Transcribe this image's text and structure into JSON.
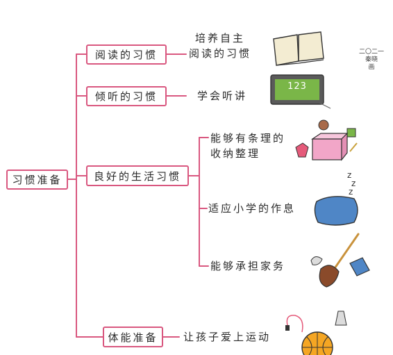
{
  "root": {
    "label": "习惯准备"
  },
  "branches": [
    {
      "label": "阅读的习惯",
      "leaves": [
        {
          "lines": [
            "培养自主",
            "阅读的习惯"
          ]
        }
      ]
    },
    {
      "label": "倾听的习惯",
      "leaves": [
        {
          "lines": [
            "学会听讲"
          ]
        }
      ]
    },
    {
      "label": "良好的生活习惯",
      "leaves": [
        {
          "lines": [
            "能够有条理的",
            "收纳整理"
          ]
        },
        {
          "lines": [
            "适应小学的作息"
          ]
        },
        {
          "lines": [
            "能够承担家务"
          ]
        }
      ]
    },
    {
      "label": "体能准备",
      "leaves": [
        {
          "lines": [
            "让孩子爱上运动"
          ]
        }
      ]
    }
  ],
  "illustrations": {
    "board_text": "123",
    "signature": [
      "二〇二一",
      "秦晓",
      "画"
    ]
  },
  "colors": {
    "line": "#d9577f",
    "board": "#7ab648",
    "cushion": "#4f86c6",
    "box": "#f2a6c8",
    "ball": "#f5a623"
  }
}
